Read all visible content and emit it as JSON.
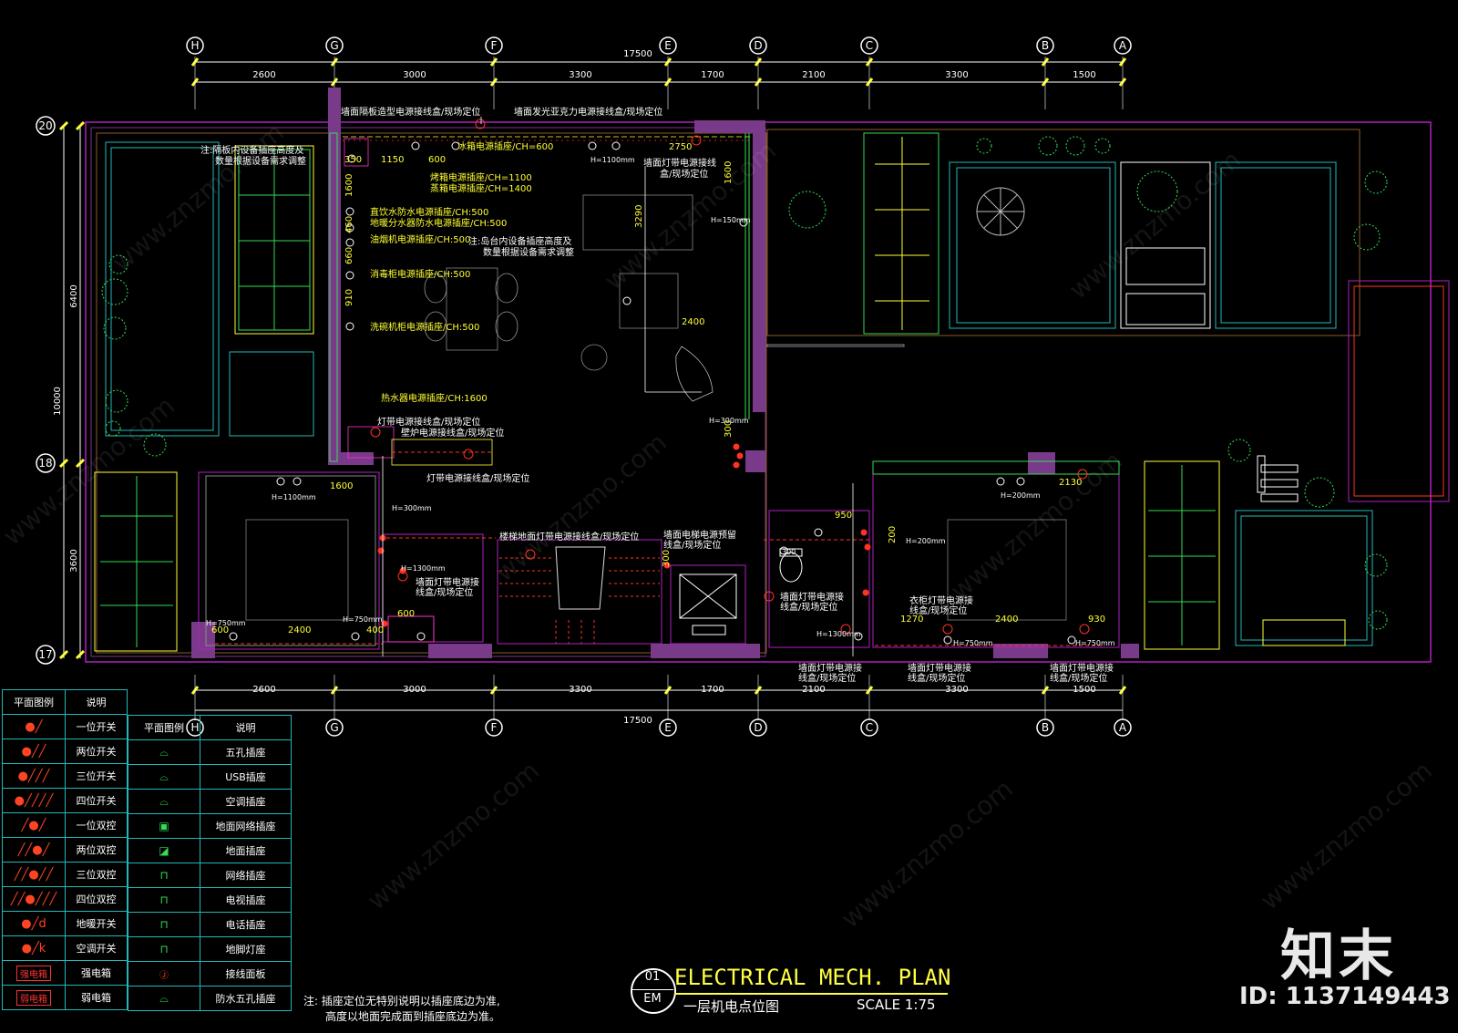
{
  "axes_top": [
    "H",
    "G",
    "F",
    "E",
    "D",
    "C",
    "B",
    "A"
  ],
  "axes_bottom": [
    "H",
    "G",
    "F",
    "E",
    "D",
    "C",
    "B",
    "A"
  ],
  "axes_left": [
    "20",
    "18",
    "17"
  ],
  "dims_top_total": "17500",
  "dims_top": [
    "2600",
    "3000",
    "3300",
    "1700",
    "2100",
    "3300",
    "1500"
  ],
  "dims_bottom_total": "17500",
  "dims_bottom": [
    "2600",
    "3000",
    "3300",
    "1700",
    "2100",
    "3300",
    "1500"
  ],
  "dims_left_total": "10000",
  "dims_left": [
    "6400",
    "3600"
  ],
  "annotations": {
    "a1": "墙面隔板造型电源接线盒/现场定位",
    "a2": "墙面发光亚克力电源接线盒/现场定位",
    "a3": "注:隔板内设备插座高度及",
    "a3b": "数量根据设备需求调整",
    "a4": "冰箱电源插座/CH=600",
    "a5": "烤箱电源插座/CH=1100",
    "a6": "蒸箱电源插座/CH=1400",
    "a7": "墙面灯带电源接线",
    "a7b": "盒/现场定位",
    "a8": "直饮水防水电源插座/CH:500",
    "a9": "地暖分水器防水电源插座/CH:500",
    "a10": "油烟机电源插座/CH:500",
    "a11": "注:岛台内设备插座高度及",
    "a11b": "数量根据设备需求调整",
    "a12": "消毒柜电源插座/CH:500",
    "a13": "洗碗机柜电源插座/CH:500",
    "a14": "热水器电源插座/CH:1600",
    "a15": "灯带电源接线盒/现场定位",
    "a16": "壁炉电源接线盒/现场定位",
    "a17": "灯带电源接线盒/现场定位",
    "a18": "楼梯地面灯带电源接线盒/现场定位",
    "a19": "墙面电梯电源预留",
    "a19b": "线盒/现场定位",
    "a20": "墙面灯带电源接",
    "a20b": "线盒/现场定位",
    "a21": "墙面灯带电源接",
    "a21b": "线盒/现场定位",
    "a22": "衣柜灯带电源接",
    "a22b": "线盒/现场定位",
    "a23": "墙面灯带电源接",
    "a23b": "线盒/现场定位",
    "a24": "墙面灯带电源接",
    "a24b": "线盒/现场定位",
    "a25": "墙面灯带电源接",
    "a25b": "线盒/现场定位"
  },
  "small_dims": {
    "d350": "350",
    "d1150": "1150",
    "d600a": "600",
    "d2750": "2750",
    "d1600v": "1600",
    "d1100": "H=1100mm",
    "d150": "H=150mm",
    "d3290": "3290",
    "d2400a": "2400",
    "d1600h": "1600",
    "d300a": "300",
    "d950": "950",
    "d2130": "2130",
    "d200a": "H=200mm",
    "d2400b": "2400",
    "d2400c": "2400",
    "d600b": "600",
    "d600c": "600",
    "d400": "400",
    "d1270": "1270",
    "d930": "930",
    "d750a": "H=750mm",
    "d750b": "H=750mm",
    "d750c": "H=750mm",
    "d750d": "H=750mm",
    "d300b": "H=300mm",
    "d1300a": "H=1300mm",
    "d1300b": "H=1300mm",
    "d200b": "H=200mm",
    "d300c": "H=300mm",
    "d1100b": "H=1100mm",
    "d460": "460",
    "d660": "660",
    "d910": "910",
    "d1600c": "1600",
    "d300d": "300",
    "d200c": "200",
    "d300e": "300"
  },
  "legend_left": {
    "header_symbol": "平面图例",
    "header_desc": "说明",
    "rows": [
      {
        "sym": "switch-1",
        "desc": "一位开关"
      },
      {
        "sym": "switch-2",
        "desc": "两位开关"
      },
      {
        "sym": "switch-3",
        "desc": "三位开关"
      },
      {
        "sym": "switch-4",
        "desc": "四位开关"
      },
      {
        "sym": "dual-1",
        "desc": "一位双控"
      },
      {
        "sym": "dual-2",
        "desc": "两位双控"
      },
      {
        "sym": "dual-3",
        "desc": "三位双控"
      },
      {
        "sym": "dual-4",
        "desc": "四位双控"
      },
      {
        "sym": "floor-heat",
        "desc": "地暖开关"
      },
      {
        "sym": "ac-switch",
        "desc": "空调开关"
      },
      {
        "sym_text": "强电箱",
        "desc": "强电箱"
      },
      {
        "sym_text": "弱电箱",
        "desc": "弱电箱"
      }
    ]
  },
  "legend_right": {
    "header_symbol": "平面图例",
    "header_desc": "说明",
    "rows": [
      {
        "sym": "socket-5",
        "desc": "五孔插座"
      },
      {
        "sym": "usb",
        "desc": "USB插座"
      },
      {
        "sym": "ac-socket",
        "desc": "空调插座"
      },
      {
        "sym": "floor-net",
        "desc": "地面网络插座"
      },
      {
        "sym": "floor-socket",
        "desc": "地面插座"
      },
      {
        "sym": "net-socket",
        "desc": "网络插座"
      },
      {
        "sym": "tv-socket",
        "desc": "电视插座"
      },
      {
        "sym": "phone-socket",
        "desc": "电话插座"
      },
      {
        "sym": "foot-light",
        "desc": "地脚灯座"
      },
      {
        "sym": "junction",
        "desc": "接线面板"
      },
      {
        "sym": "waterproof",
        "desc": "防水五孔插座"
      }
    ]
  },
  "title": {
    "number": "01",
    "code": "EM",
    "main": "ELECTRICAL MECH. PLAN",
    "sub": "一层机电点位图",
    "scale": "SCALE 1:75"
  },
  "note": [
    "注: 插座定位无特别说明以插座底边为准,",
    "高度以地面完成面到插座底边为准。"
  ],
  "watermark": "www.znzmo.com",
  "logo": "知末",
  "image_id": "ID: 1137149443",
  "colors": {
    "wall": "#7a3a8a",
    "outline": "#b020c0",
    "text": "#ffff33",
    "green": "#33dd55",
    "cyan": "#22b8b8",
    "red": "#ff3322"
  }
}
